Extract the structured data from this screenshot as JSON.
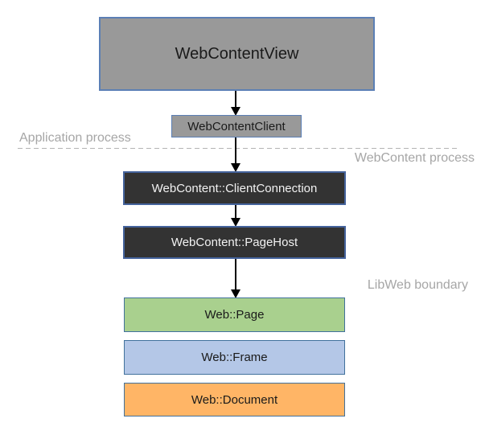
{
  "diagram": {
    "title_node": "WebContentView",
    "nodes": {
      "web_content_view": {
        "label": "WebContentView"
      },
      "web_content_client": {
        "label": "WebContentClient"
      },
      "client_connection": {
        "label": "WebContent::ClientConnection"
      },
      "page_host": {
        "label": "WebContent::PageHost"
      },
      "web_page": {
        "label": "Web::Page"
      },
      "web_frame": {
        "label": "Web::Frame"
      },
      "web_document": {
        "label": "Web::Document"
      }
    },
    "zone_labels": {
      "application_process": "Application process",
      "webcontent_process": "WebContent process",
      "libweb_boundary": "LibWeb boundary"
    },
    "edges": [
      {
        "from": "web_content_view",
        "to": "web_content_client"
      },
      {
        "from": "web_content_client",
        "to": "client_connection"
      },
      {
        "from": "client_connection",
        "to": "page_host"
      },
      {
        "from": "page_host",
        "to": "web_page"
      }
    ]
  },
  "colors": {
    "background": "#ffffff",
    "gray_fill": "#999999",
    "gray_border": "#5b7fb5",
    "dark_fill": "#333333",
    "dark_border": "#44639c",
    "dark_text": "#f2f2f2",
    "green_fill": "#a9d08e",
    "blue_fill": "#b4c7e7",
    "orange_fill": "#ffb566",
    "box_border": "#41719c",
    "arrow_color": "#000000",
    "dash_color": "#b3b3b3",
    "label_gray": "#a6a6a6"
  }
}
